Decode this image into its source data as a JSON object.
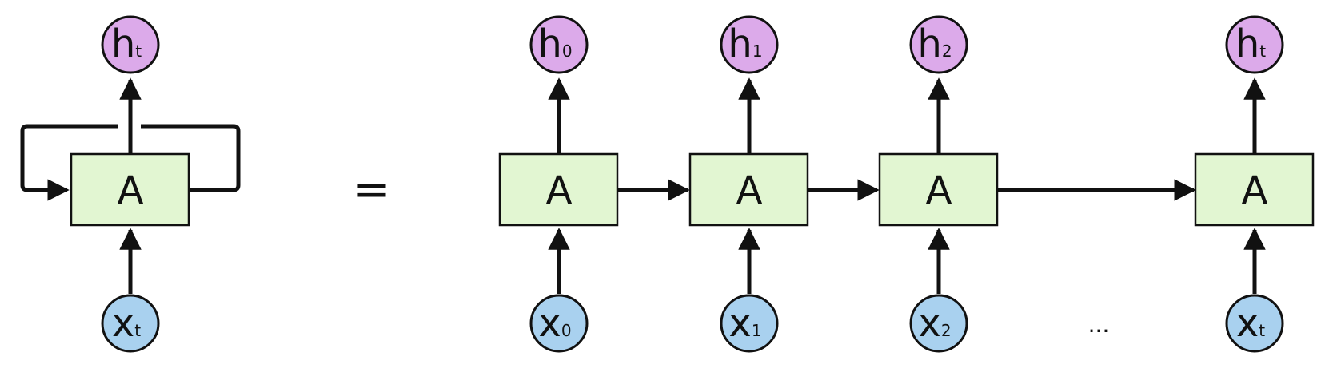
{
  "colors": {
    "box_fill": "#e2f6d2",
    "hidden_fill": "#dcaaea",
    "input_fill": "#a9d1ef",
    "stroke": "#111111"
  },
  "rolled": {
    "box_label": "A",
    "input": {
      "letter": "x",
      "sub": "t"
    },
    "output": {
      "letter": "h",
      "sub": "t"
    }
  },
  "equals": "=",
  "ellipsis": "...",
  "steps": [
    {
      "box": "A",
      "input": {
        "letter": "x",
        "sub": "0"
      },
      "output": {
        "letter": "h",
        "sub": "0"
      }
    },
    {
      "box": "A",
      "input": {
        "letter": "x",
        "sub": "1"
      },
      "output": {
        "letter": "h",
        "sub": "1"
      }
    },
    {
      "box": "A",
      "input": {
        "letter": "x",
        "sub": "2"
      },
      "output": {
        "letter": "h",
        "sub": "2"
      }
    },
    {
      "box": "A",
      "input": {
        "letter": "x",
        "sub": "t"
      },
      "output": {
        "letter": "h",
        "sub": "t"
      }
    }
  ]
}
